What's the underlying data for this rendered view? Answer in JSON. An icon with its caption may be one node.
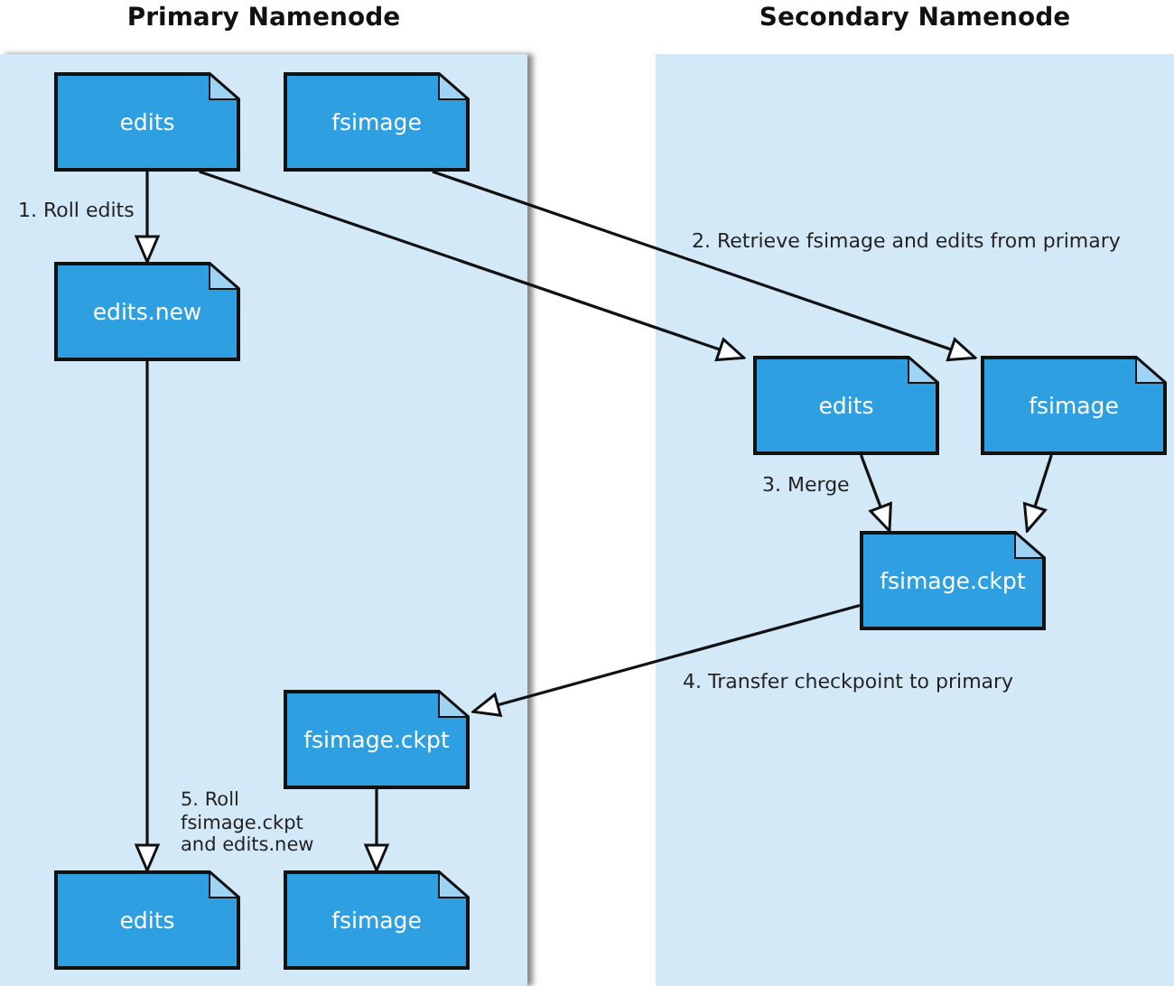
{
  "diagram": {
    "nodes": [
      {
        "text": [
          "Primary Namenode"
        ]
      },
      {
        "text": [
          "edits"
        ],
        "in": 0
      },
      {
        "text": [
          "fsimage"
        ],
        "in": 0
      },
      {
        "text": [
          "edits.new"
        ],
        "in": 0
      },
      {
        "text": [
          "fsimage.ckpt"
        ],
        "in": 0
      },
      {
        "text": [
          "edits"
        ],
        "in": 0
      },
      {
        "text": [
          "fsimage"
        ],
        "in": 0
      },
      {
        "text": [
          "Secondary Namenode"
        ]
      },
      {
        "text": [
          "edits"
        ],
        "in": 7
      },
      {
        "text": [
          "fsimage"
        ],
        "in": 7
      },
      {
        "text": [
          "fsimage.ckpt"
        ],
        "in": 7
      }
    ],
    "edges": [
      {
        "from": 1,
        "to": 3,
        "arrow": "to",
        "label": "1. Roll edits"
      },
      {
        "from": 1,
        "to": 8,
        "arrow": "to"
      },
      {
        "from": 2,
        "to": 9,
        "arrow": "to",
        "label": "2. Retrieve fsimage and edits from primary"
      },
      {
        "from": 8,
        "to": 10,
        "arrow": "to",
        "label": "3. Merge"
      },
      {
        "from": 9,
        "to": 10,
        "arrow": "to"
      },
      {
        "from": 10,
        "to": 4,
        "arrow": "to",
        "label": "4. Transfer checkpoint to primary"
      },
      {
        "from": 3,
        "to": 5,
        "arrow": "to"
      },
      {
        "from": 4,
        "to": 6,
        "arrow": "to",
        "label": "5. Roll fsimage.ckpt and edits.new"
      }
    ]
  }
}
